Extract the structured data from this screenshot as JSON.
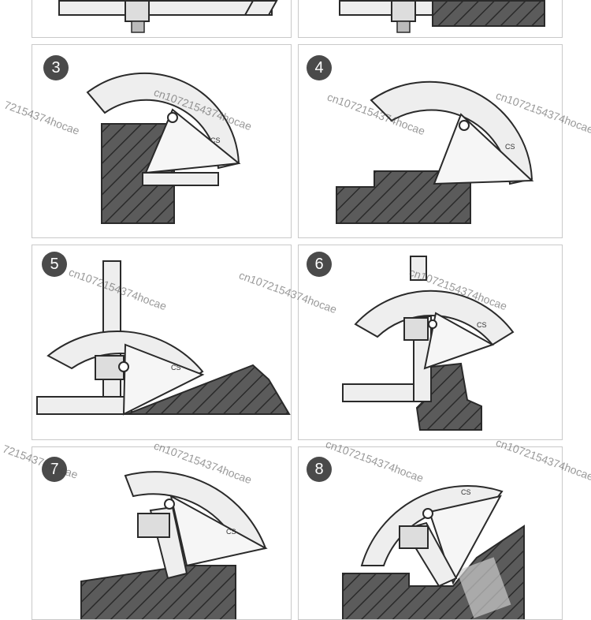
{
  "steps": [
    "3",
    "4",
    "5",
    "6",
    "7",
    "8"
  ],
  "watermark": "cn1072154374hocae",
  "watermark_partial": "72154374hocae",
  "tool_brand": "CS",
  "colors": {
    "outline": "#2a2a2a",
    "workpiece": "#5b5b5b",
    "tool": "#eeeeee",
    "badge": "#4a4a4a"
  }
}
